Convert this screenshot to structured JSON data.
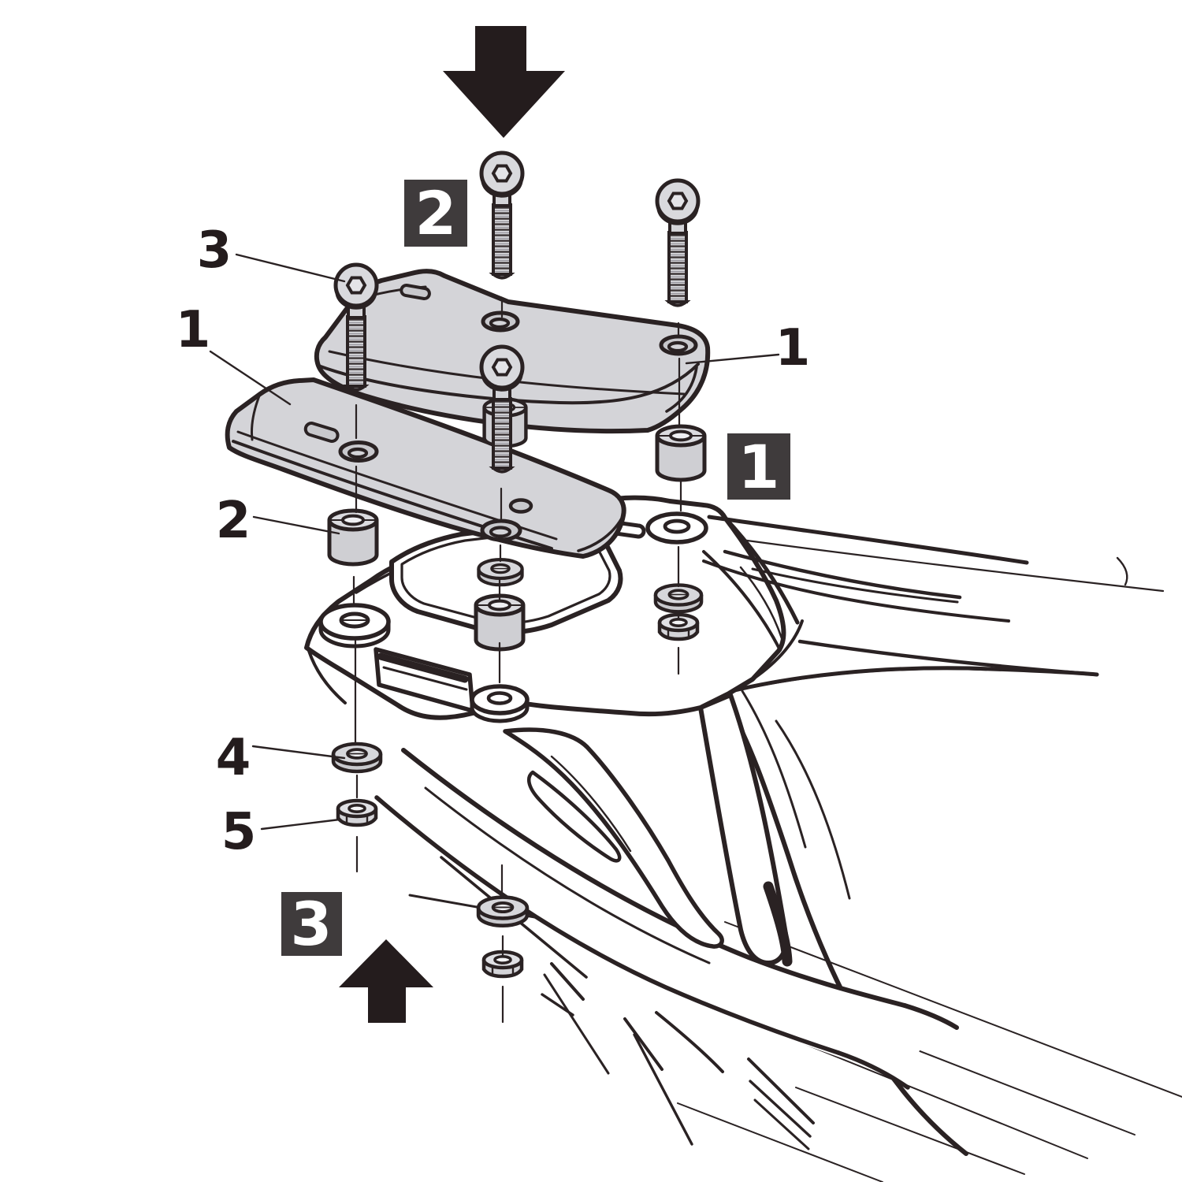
{
  "diagram": {
    "kind": "exploded-assembly-instructions",
    "subject": "motorcycle rear rack top-case bracket mounting",
    "background_color": "#ffffff",
    "colors": {
      "line": "#2a2223",
      "part_fill": "#d4d4d8",
      "badge_bg": "#3f3b3c",
      "badge_fg": "#ffffff",
      "label_fg": "#241c1d",
      "sketch_gray": "#a9a4a4",
      "sketch_light": "#e8e6e6"
    },
    "step_badges": [
      {
        "number": "2"
      },
      {
        "number": "1"
      },
      {
        "number": "3"
      }
    ],
    "part_callouts": [
      {
        "number": "3"
      },
      {
        "number": "1"
      },
      {
        "number": "1"
      },
      {
        "number": "2"
      },
      {
        "number": "4"
      },
      {
        "number": "5"
      }
    ],
    "arrows": [
      {
        "direction": "down"
      },
      {
        "direction": "up"
      }
    ]
  }
}
